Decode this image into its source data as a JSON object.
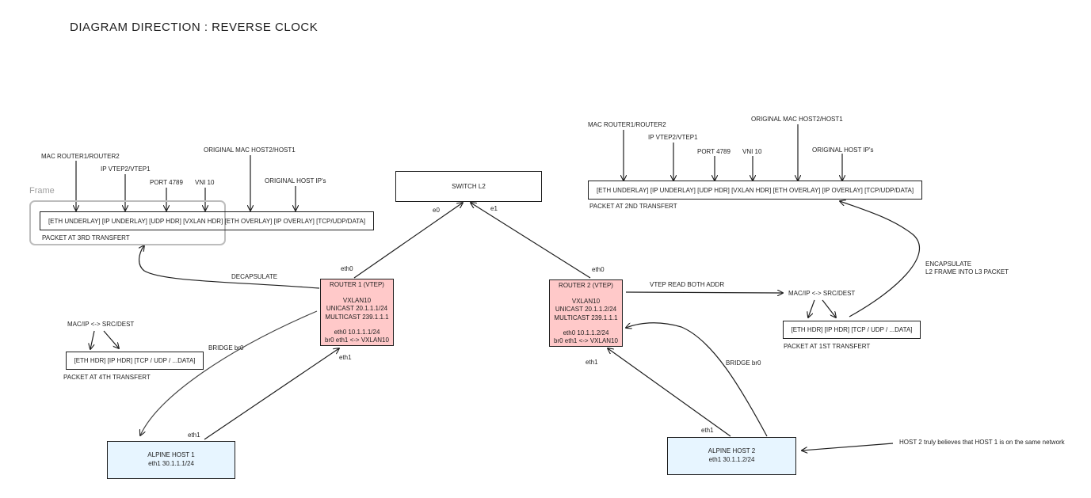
{
  "title": "DIAGRAM DIRECTION : REVERSE CLOCK",
  "frame_label": "Frame",
  "switch": {
    "label": "SWITCH L2",
    "port_left": "e0",
    "port_right": "e1"
  },
  "router1": {
    "lines": [
      "ROUTER 1 (VTEP)",
      "VXLAN10",
      "UNICAST 20.1.1.1/24",
      "MULTICAST 239.1.1.1",
      "eth0 10.1.1.1/24",
      "br0 eth1 <-> VXLAN10"
    ],
    "port_top": "eth0",
    "port_bottom": "eth1"
  },
  "router2": {
    "lines": [
      "ROUTER 2 (VTEP)",
      "VXLAN10",
      "UNICAST 20.1.1.2/24",
      "MULTICAST 239.1.1.1",
      "eth0 10.1.1.2/24",
      "br0 eth1 <-> VXLAN10"
    ],
    "port_top": "eth0",
    "port_bottom": "eth1"
  },
  "host1": {
    "lines": [
      "ALPINE HOST 1",
      "eth1 30.1.1.1/24"
    ],
    "port": "eth1"
  },
  "host2": {
    "lines": [
      "ALPINE HOST 2",
      "eth1 30.1.1.2/24"
    ],
    "port": "eth1"
  },
  "packet3": {
    "content": "[ETH UNDERLAY] [IP UNDERLAY] [UDP HDR] [VXLAN HDR] [ETH OVERLAY] [IP OVERLAY] [TCP/UDP/DATA]",
    "caption": "PACKET AT 3RD TRANSFERT",
    "labels": {
      "mac": "MAC ROUTER1/ROUTER2",
      "ip": "IP VTEP2/VTEP1",
      "port": "PORT 4789",
      "vni": "VNI 10",
      "orig_mac": "ORIGINAL MAC HOST2/HOST1",
      "orig_ip": "ORIGINAL HOST IP's"
    }
  },
  "packet2": {
    "content": "[ETH UNDERLAY] [IP UNDERLAY] [UDP HDR] [VXLAN HDR] [ETH OVERLAY] [IP OVERLAY] [TCP/UDP/DATA]",
    "caption": "PACKET AT 2ND TRANSFERT",
    "labels": {
      "mac": "MAC ROUTER1/ROUTER2",
      "ip": "IP VTEP2/VTEP1",
      "port": "PORT 4789",
      "vni": "VNI 10",
      "orig_mac": "ORIGINAL MAC HOST2/HOST1",
      "orig_ip": "ORIGINAL HOST IP's"
    }
  },
  "packet1": {
    "content": "[ETH HDR] [IP HDR] [TCP / UDP / ...DATA]",
    "caption": "PACKET AT 1ST TRANSFERT",
    "mac_ip": "MAC/IP <-> SRC/DEST"
  },
  "packet4": {
    "content": "[ETH HDR] [IP HDR] [TCP / UDP / ...DATA]",
    "caption": "PACKET AT 4TH TRANSFERT",
    "mac_ip": "MAC/IP <-> SRC/DEST"
  },
  "annotations": {
    "decapsulate": "DECAPSULATE",
    "vtep_read": "VTEP READ BOTH ADDR",
    "encapsulate_1": "ENCAPSULATE",
    "encapsulate_2": "L2 FRAME INTO L3 PACKET",
    "bridge_left": "BRIDGE br0",
    "bridge_right": "BRIDGE br0",
    "host2_note": "HOST 2 truly believes that HOST 1 is on the same network"
  },
  "colors": {
    "stroke": "#1e1e1e",
    "router_fill": "#ffc9c9",
    "host_fill": "#e7f5ff",
    "frame": "#bdbdbd"
  }
}
